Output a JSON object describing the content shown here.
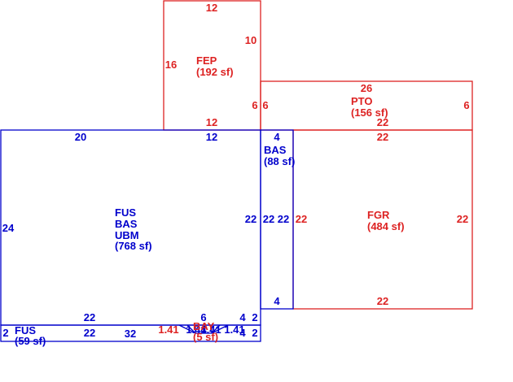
{
  "colors": {
    "blue": "#0000cc",
    "red": "#dd2222"
  },
  "areas": {
    "fep": {
      "name": "FEP",
      "area": "(192 sf)",
      "dims": {
        "top": "12",
        "right": "10",
        "left": "16",
        "right_low": "6",
        "bottom": "12"
      }
    },
    "pto": {
      "name": "PTO",
      "area": "(156 sf)",
      "dims": {
        "top": "26",
        "left": "6",
        "right": "6",
        "bottom": "22"
      }
    },
    "main": {
      "line1": "FUS",
      "line2": "BAS",
      "line3": "UBM",
      "area": "(768 sf)",
      "dims": {
        "top_left": "20",
        "top_right": "12",
        "left": "24",
        "right": "22",
        "bottom": "22"
      }
    },
    "bas": {
      "name": "BAS",
      "area": "(88 sf)",
      "dims": {
        "top": "4",
        "left": "22",
        "right": "22",
        "bottom": "4"
      }
    },
    "fgr": {
      "name": "FGR",
      "area": "(484 sf)",
      "dims": {
        "top": "22",
        "left": "22",
        "right": "22",
        "bottom": "22"
      }
    },
    "fus_strip": {
      "name": "FUS",
      "area": "(59 sf)",
      "dims": {
        "top": "22",
        "left": "2",
        "bottom": "32",
        "right_top": "4",
        "right_side": "2",
        "right_bottom": "4",
        "right_side2": "2"
      }
    },
    "bay": {
      "name": "BAY",
      "area": "(5 sf)",
      "dims": {
        "top": "6",
        "diag_left": "1.41",
        "diag_inner_left": "1.41",
        "base": "4",
        "diag_inner_right": "1.41",
        "diag_right": "1.41"
      }
    }
  }
}
